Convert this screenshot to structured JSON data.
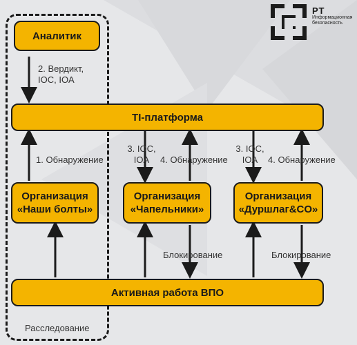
{
  "logo": {
    "brand": "РТ",
    "subtitle": "Информационная безопасность"
  },
  "nodes": {
    "analyst": "Аналитик",
    "ti_platform": "TI-платформа",
    "org1": "Организация\n«Наши болты»",
    "org2": "Организация\n«Чапельники»",
    "org3": "Организация\n«Дуршлаг&CO»",
    "active": "Активная работа ВПО"
  },
  "labels": {
    "verdict": "2. Вердикт,\nIOC, IOA",
    "detect1": "1. Обнаружение",
    "ioc_a": "3. IOC,\nIOA",
    "detect_a": "4. Обнаружение",
    "ioc_b": "3. IOC,\nIOA",
    "detect_b": "4. Обнаружение",
    "block_a": "Блокирование",
    "block_b": "Блокирование",
    "investigation": "Расследование"
  }
}
